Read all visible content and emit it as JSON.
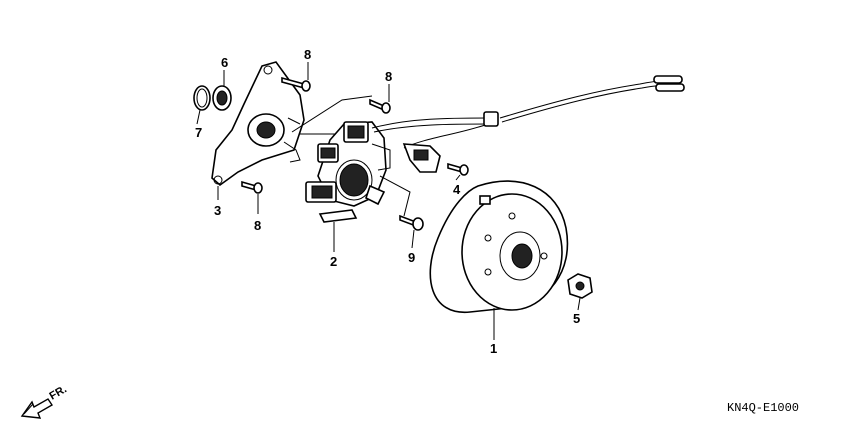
{
  "parts": [
    {
      "ref": "1",
      "name": "flywheel"
    },
    {
      "ref": "2",
      "name": "stator-assembly"
    },
    {
      "ref": "3",
      "name": "left-crankcase-cover-bracket"
    },
    {
      "ref": "4",
      "name": "pulse-generator-bolt"
    },
    {
      "ref": "5",
      "name": "flywheel-nut"
    },
    {
      "ref": "6",
      "name": "oil-seal"
    },
    {
      "ref": "7",
      "name": "o-ring"
    },
    {
      "ref": "8",
      "name": "screw"
    },
    {
      "ref": "9",
      "name": "bolt"
    }
  ],
  "callouts": {
    "c1": "1",
    "c2": "2",
    "c3": "3",
    "c4": "4",
    "c5": "5",
    "c6": "6",
    "c7": "7",
    "c8a": "8",
    "c8b": "8",
    "c8c": "8",
    "c9": "9"
  },
  "front_marker": "FR.",
  "diagram_code": "KN4Q-E1000"
}
